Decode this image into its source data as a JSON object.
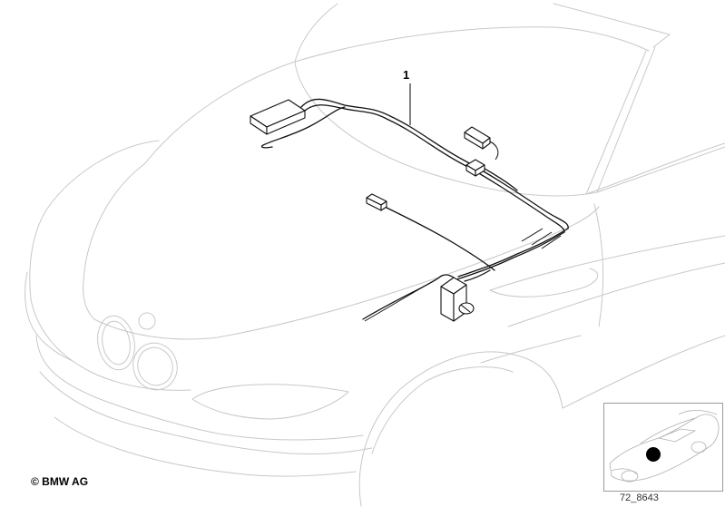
{
  "diagram": {
    "callouts": [
      {
        "number": "1"
      }
    ],
    "copyright": "© BMW AG",
    "reference_code": "72_8643",
    "colors": {
      "car_outline": "#c8c8c8",
      "harness": "#111111",
      "marker_dot": "#000000"
    },
    "icons": [
      "bmw-kidney-grille",
      "wiring-harness",
      "control-module",
      "connector-plug",
      "location-marker-dot"
    ]
  }
}
